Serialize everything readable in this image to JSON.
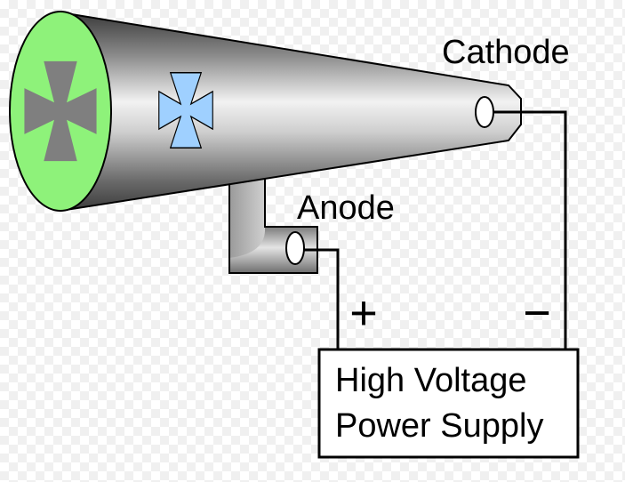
{
  "labels": {
    "cathode": "Cathode",
    "anode": "Anode",
    "plus": "+",
    "minus": "−",
    "supply_line1": "High Voltage",
    "supply_line2": "Power Supply"
  },
  "icons": {
    "screen_cross": "maltese-cross-shadow-icon",
    "tube_cross": "maltese-cross-icon"
  },
  "colors": {
    "screen": "#8ef27a",
    "shadow_cross": "#7f7f7f",
    "tube_cross": "#9fd0ff",
    "wire": "#000000",
    "outline": "#000000"
  }
}
